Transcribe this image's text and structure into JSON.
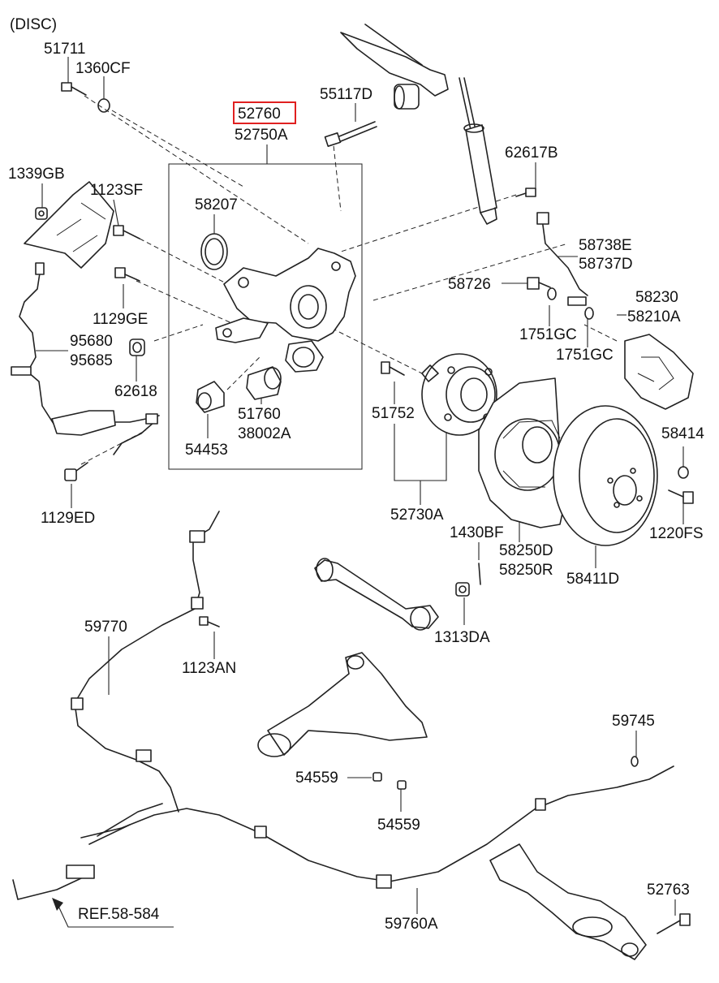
{
  "header": "(DISC)",
  "highlight_color": "#e02020",
  "labels": {
    "p51711": "51711",
    "p1360CF": "1360CF",
    "p52760": "52760",
    "p52750A": "52750A",
    "p55117D": "55117D",
    "p62617B": "62617B",
    "p1339GB": "1339GB",
    "p1123SF": "1123SF",
    "p58207": "58207",
    "p58738E": "58738E",
    "p58737D": "58737D",
    "p58726": "58726",
    "p58230": "58230",
    "p58210A": "58210A",
    "p1751GC_a": "1751GC",
    "p1751GC_b": "1751GC",
    "p1129GE": "1129GE",
    "p95680": "95680",
    "p95685": "95685",
    "p62618": "62618",
    "p51760": "51760",
    "p38002A": "38002A",
    "p54453": "54453",
    "p51752": "51752",
    "p58414": "58414",
    "p1129ED": "1129ED",
    "p52730A": "52730A",
    "p1430BF": "1430BF",
    "p58250D": "58250D",
    "p58250R": "58250R",
    "p58411D": "58411D",
    "p1220FS": "1220FS",
    "p1313DA": "1313DA",
    "p59770": "59770",
    "p1123AN": "1123AN",
    "p59745": "59745",
    "p54559_a": "54559",
    "p54559_b": "54559",
    "p52763": "52763",
    "p59760A": "59760A",
    "pREF": "REF.58-584"
  }
}
